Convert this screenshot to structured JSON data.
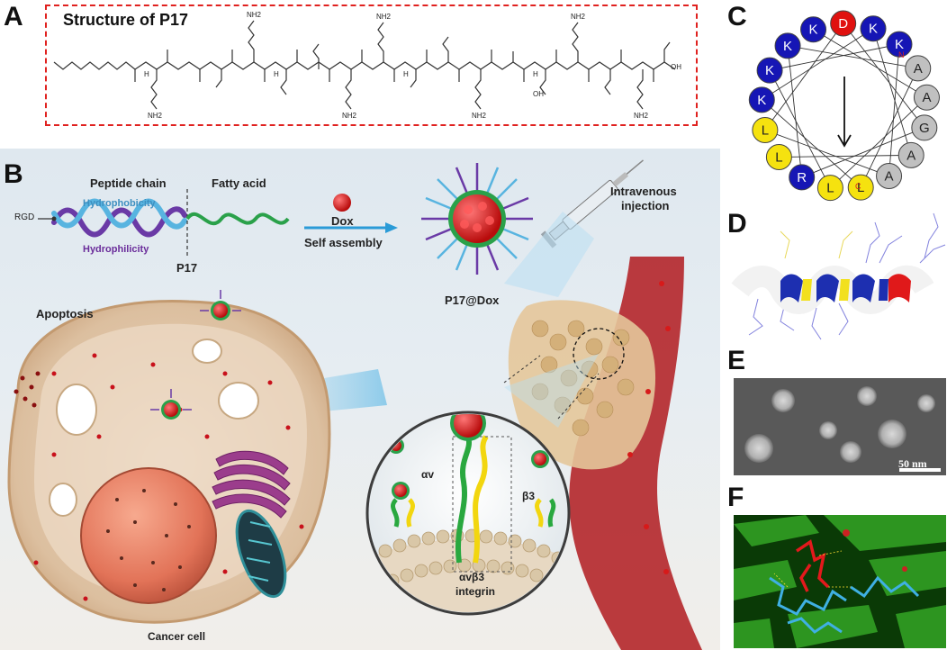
{
  "panels": {
    "a": {
      "letter": "A",
      "title": "Structure of P17",
      "amine_label": "NH2",
      "acid_label": "OH",
      "amide_label": "H"
    },
    "b": {
      "letter": "B",
      "peptide_chain": "Peptide chain",
      "fatty_acid": "Fatty acid",
      "hydrophobicity": "Hydrophobicity",
      "hydrophilicity": "Hydrophilicity",
      "rgd": "RGD",
      "p17": "P17",
      "dox": "Dox",
      "self_assembly": "Self assembly",
      "p17dox": "P17@Dox",
      "intravenous": "Intravenous",
      "injection": "injection",
      "apoptosis": "Apoptosis",
      "alpha_v": "αv",
      "beta_3": "β3",
      "avb3": "αvβ3",
      "integrin": "integrin",
      "cancer_cell": "Cancer cell"
    },
    "c": {
      "letter": "C",
      "residues": [
        {
          "label": "K",
          "color": "#1616b5"
        },
        {
          "label": "D",
          "color": "#e0110f"
        },
        {
          "label": "K",
          "color": "#1616b5"
        },
        {
          "label": "K",
          "color": "#1616b5"
        },
        {
          "label": "A",
          "color": "#c0c0c0"
        },
        {
          "label": "A",
          "color": "#c0c0c0"
        },
        {
          "label": "G",
          "color": "#c0c0c0"
        },
        {
          "label": "A",
          "color": "#c0c0c0"
        },
        {
          "label": "A",
          "color": "#c0c0c0"
        },
        {
          "label": "L",
          "color": "#f5e20f"
        },
        {
          "label": "L",
          "color": "#f5e20f"
        },
        {
          "label": "R",
          "color": "#1616b5"
        },
        {
          "label": "L",
          "color": "#f5e20f"
        },
        {
          "label": "L",
          "color": "#f5e20f"
        },
        {
          "label": "K",
          "color": "#1616b5"
        },
        {
          "label": "K",
          "color": "#1616b5"
        },
        {
          "label": "K",
          "color": "#1616b5"
        }
      ],
      "n_label": "N",
      "c_label": "C"
    },
    "d": {
      "letter": "D"
    },
    "e": {
      "letter": "E",
      "scale_bar": "50 nm"
    },
    "f": {
      "letter": "F"
    }
  }
}
